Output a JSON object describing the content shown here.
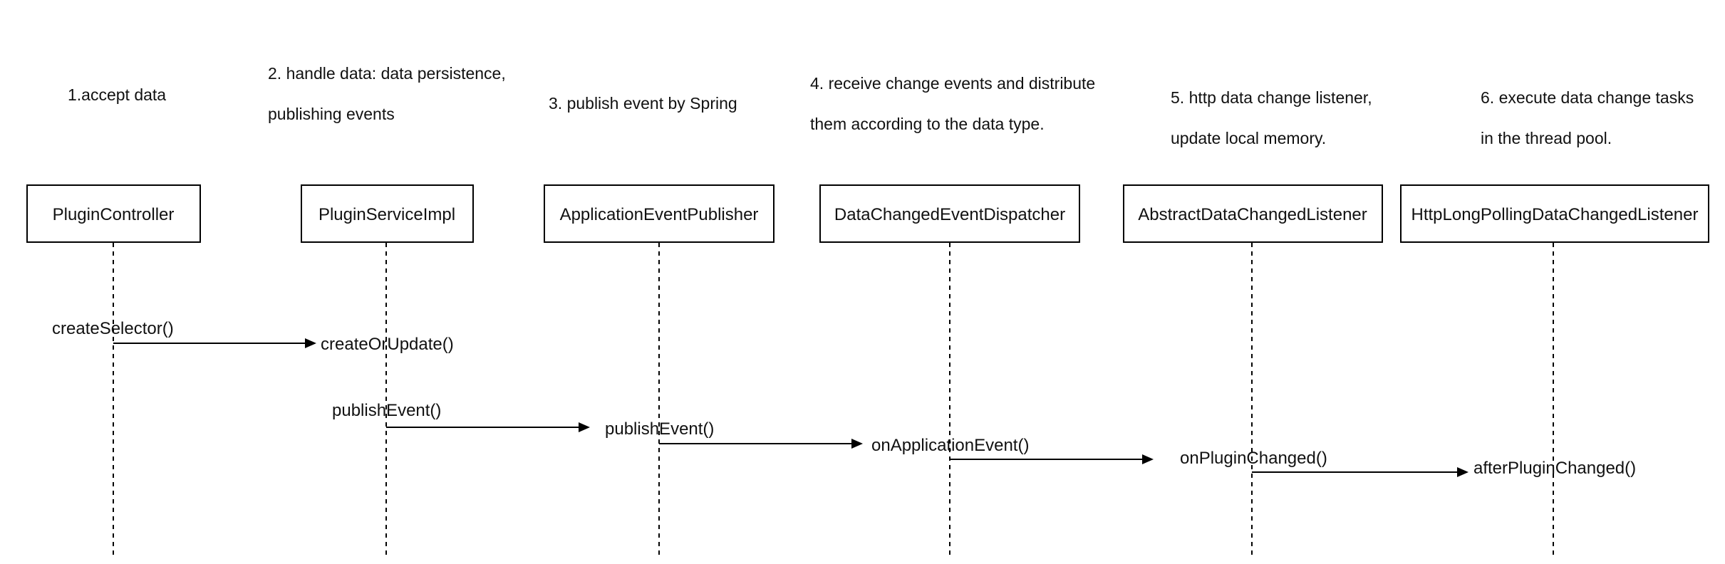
{
  "diagram": {
    "participants": [
      {
        "id": "p1",
        "label": "PluginController"
      },
      {
        "id": "p2",
        "label": "PluginServiceImpl"
      },
      {
        "id": "p3",
        "label": "ApplicationEventPublisher"
      },
      {
        "id": "p4",
        "label": "DataChangedEventDispatcher"
      },
      {
        "id": "p5",
        "label": "AbstractDataChangedListener"
      },
      {
        "id": "p6",
        "label": "HttpLongPollingDataChangedListener"
      }
    ],
    "notes": [
      {
        "id": "n1",
        "lines": [
          "1.accept data"
        ]
      },
      {
        "id": "n2",
        "lines": [
          "2. handle data: data persistence,",
          "publishing events"
        ]
      },
      {
        "id": "n3",
        "lines": [
          "3. publish event by Spring"
        ]
      },
      {
        "id": "n4",
        "lines": [
          "4. receive change events and distribute",
          "them according to the data type."
        ]
      },
      {
        "id": "n5",
        "lines": [
          "5. http data change listener,",
          "update local memory."
        ]
      },
      {
        "id": "n6",
        "lines": [
          "6. execute data change tasks",
          "in the thread pool."
        ]
      }
    ],
    "messages": [
      {
        "id": "m1",
        "label": "createSelector()",
        "from": "p1",
        "to": "p2"
      },
      {
        "id": "m2",
        "label": "publishEvent()",
        "from": "p2",
        "to": "p3"
      },
      {
        "id": "m3",
        "label": "onApplicationEvent()",
        "from": "p3",
        "to": "p4"
      },
      {
        "id": "m4",
        "label": "onPluginChanged()",
        "from": "p4",
        "to": "p5"
      },
      {
        "id": "m5",
        "label": "afterPluginChanged()",
        "from": "p5",
        "to": "p6"
      }
    ],
    "activations": [
      {
        "id": "a1",
        "label": "createOrUpdate()",
        "on": "p2"
      },
      {
        "id": "a2",
        "label": "publishEvent()",
        "on": "p3"
      },
      {
        "id": "a3",
        "label": "afterPluginChanged()",
        "on": "p6"
      }
    ]
  }
}
